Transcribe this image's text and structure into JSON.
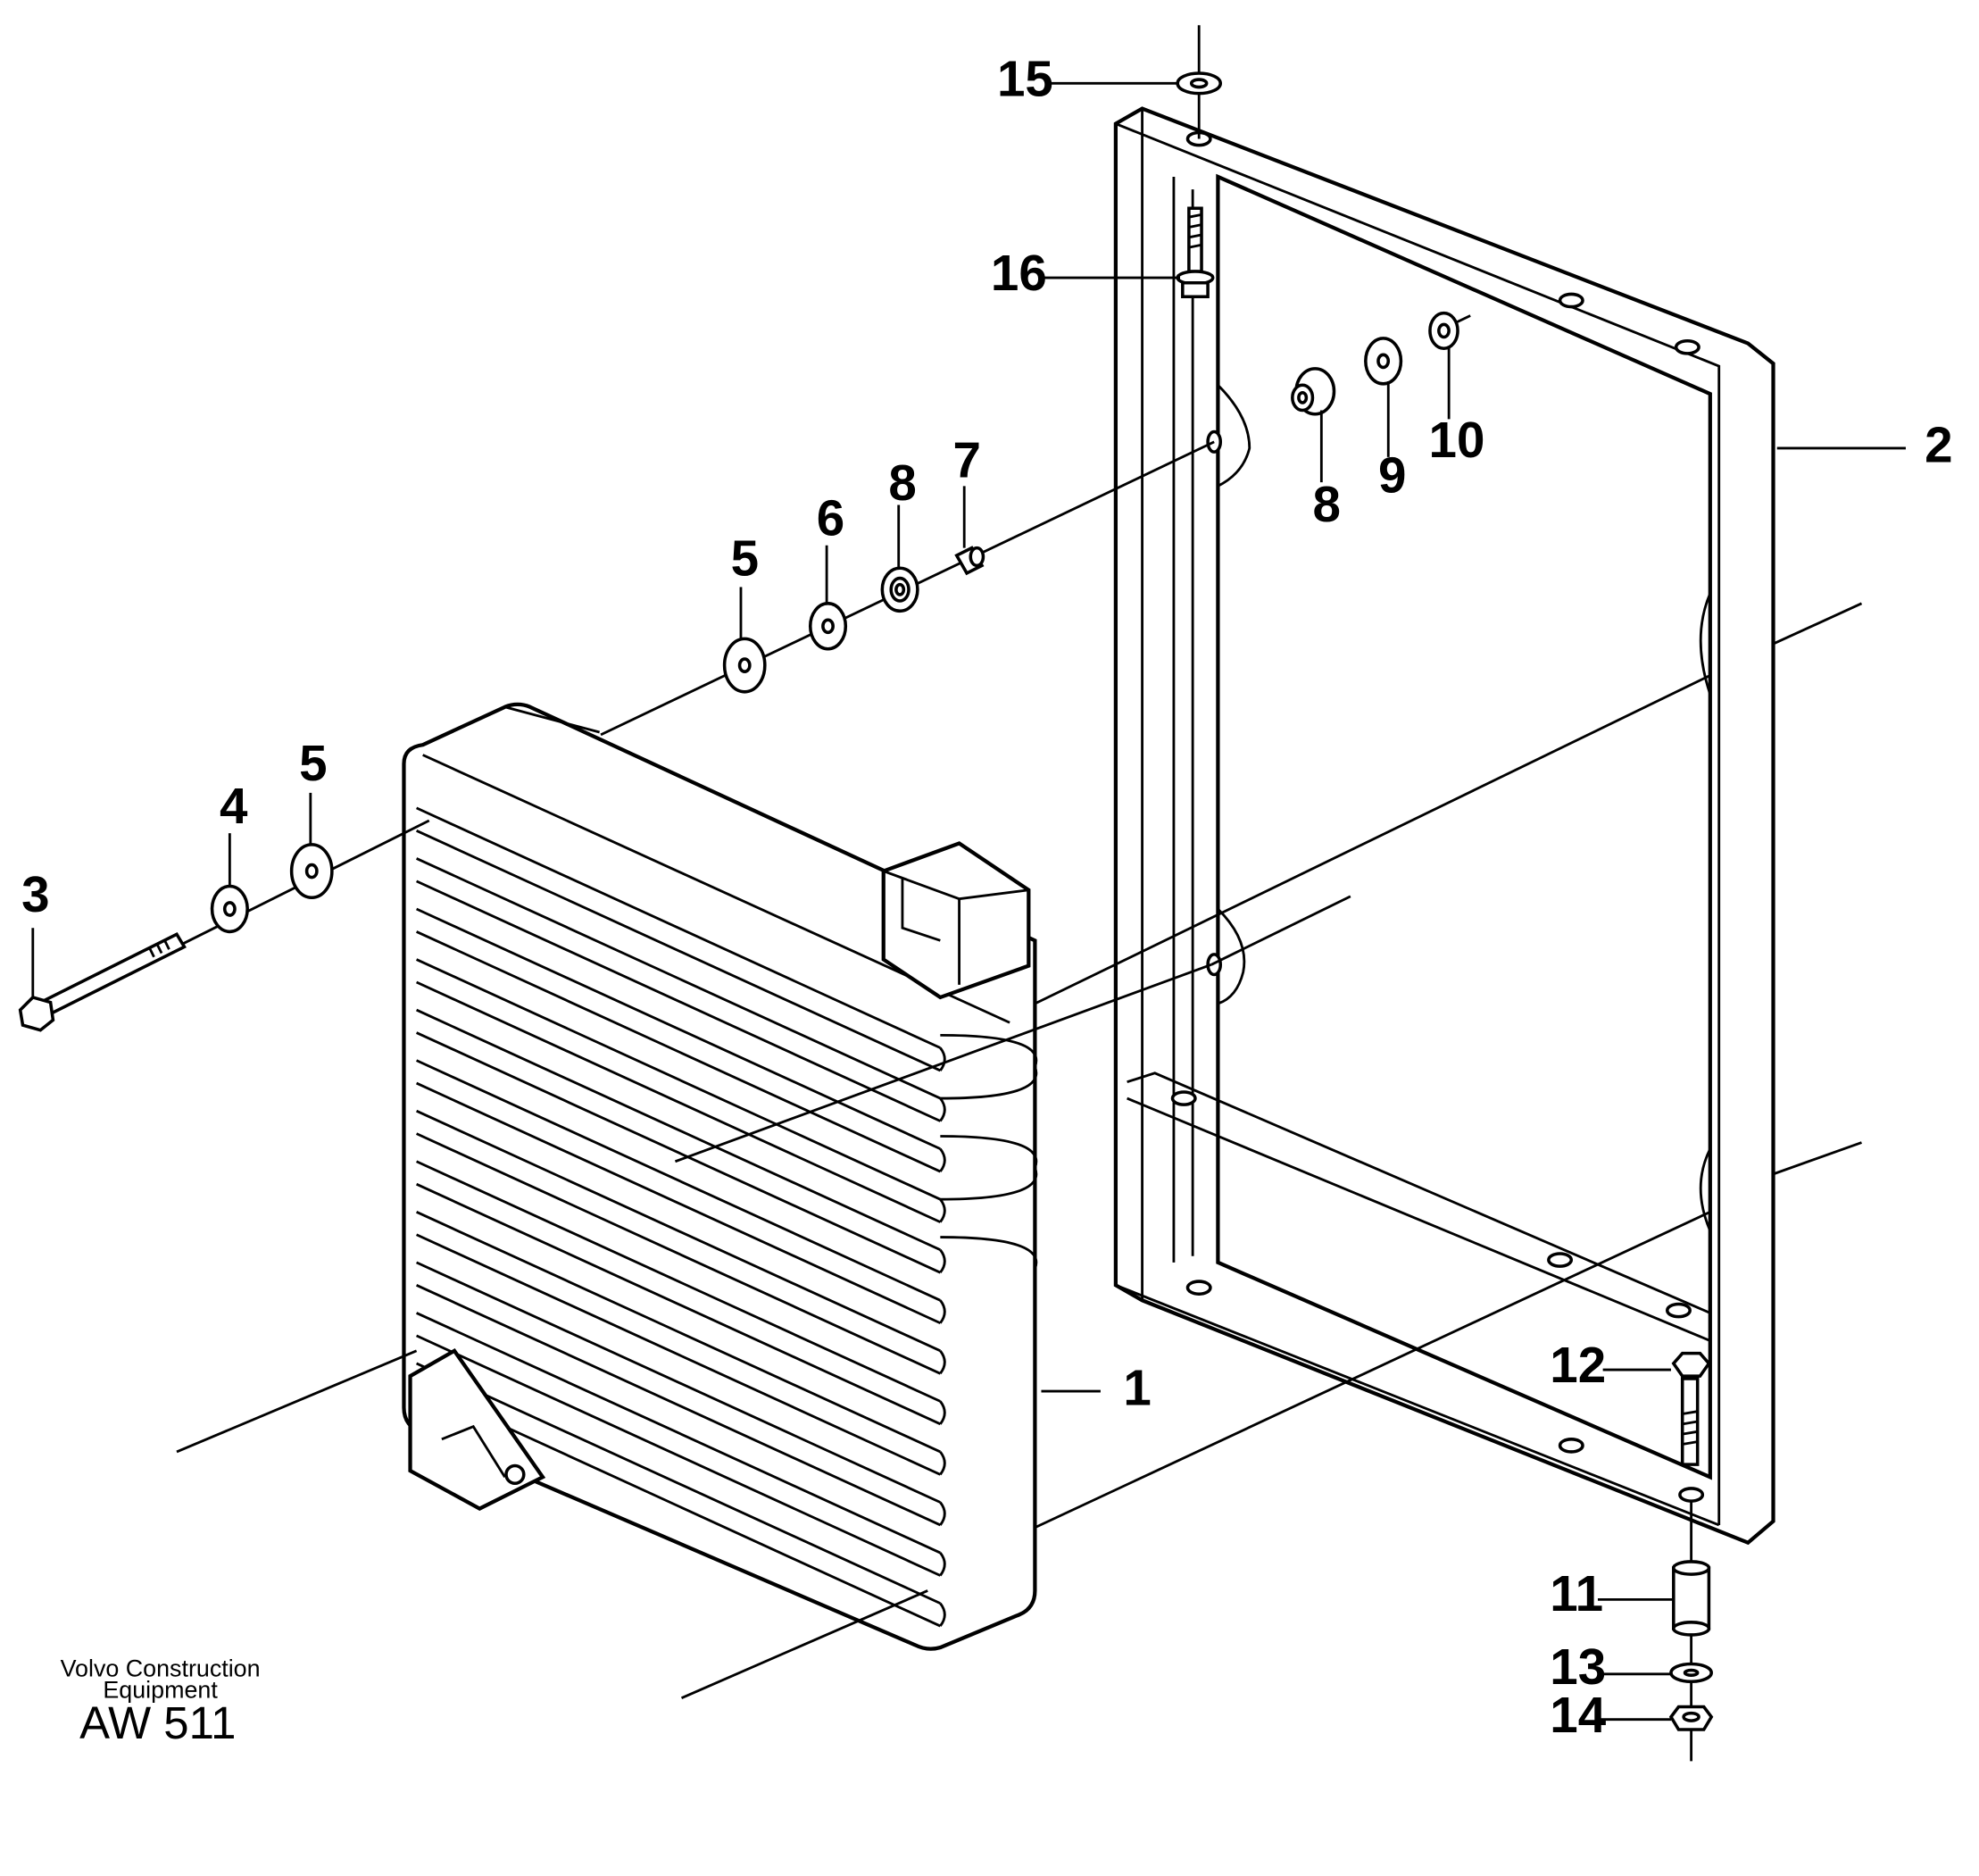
{
  "callouts": {
    "c1": "1",
    "c2": "2",
    "c3": "3",
    "c4": "4",
    "c5a": "5",
    "c5b": "5",
    "c6": "6",
    "c7": "7",
    "c8a": "8",
    "c8b": "8",
    "c9": "9",
    "c10": "10",
    "c11": "11",
    "c12": "12",
    "c13": "13",
    "c14": "14",
    "c15": "15",
    "c16": "16"
  },
  "credit": {
    "line1": "Volvo Construction",
    "line2": "Equipment",
    "code": "AW 511"
  }
}
